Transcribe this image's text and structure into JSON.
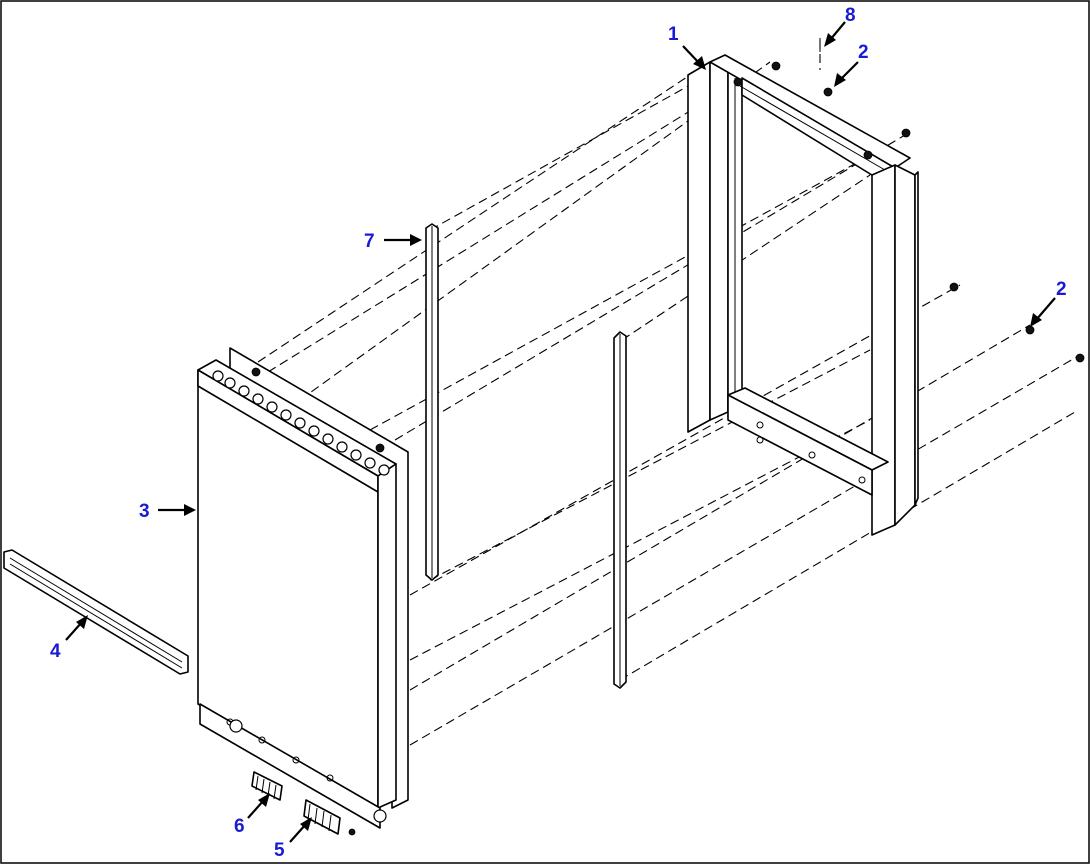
{
  "callouts": [
    {
      "id": "c1",
      "label": "1"
    },
    {
      "id": "c8",
      "label": "8"
    },
    {
      "id": "c2a",
      "label": "2"
    },
    {
      "id": "c2b",
      "label": "2"
    },
    {
      "id": "c7",
      "label": "7"
    },
    {
      "id": "c3",
      "label": "3"
    },
    {
      "id": "c4",
      "label": "4"
    },
    {
      "id": "c6",
      "label": "6"
    },
    {
      "id": "c5",
      "label": "5"
    }
  ],
  "colors": {
    "callout_text": "#1a1ad6",
    "line": "#000000",
    "background": "#ffffff"
  }
}
